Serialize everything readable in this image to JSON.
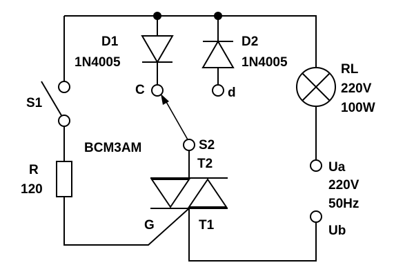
{
  "diagram": {
    "components": {
      "d1": {
        "ref": "D1",
        "part": "1N4005"
      },
      "d2": {
        "ref": "D2",
        "part": "1N4005"
      },
      "lamp": {
        "ref": "RL",
        "voltage": "220V",
        "power": "100W"
      },
      "s1": {
        "ref": "S1"
      },
      "resistor": {
        "ref": "R",
        "value": "120"
      },
      "triac": {
        "part": "BCM3AM",
        "t2": "T2",
        "t1": "T1",
        "gate": "G"
      },
      "s2": {
        "ref": "S2"
      }
    },
    "terminals": {
      "c": "C",
      "d": "d",
      "ua": "Ua",
      "ub": "Ub"
    },
    "supply": {
      "voltage": "220V",
      "frequency": "50Hz"
    }
  }
}
